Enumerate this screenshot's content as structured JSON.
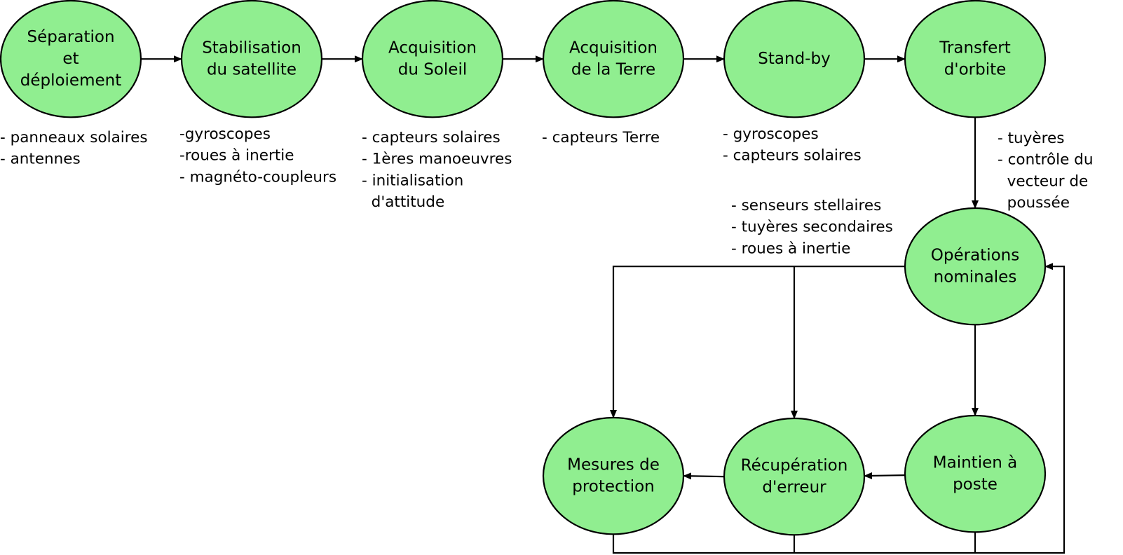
{
  "colors": {
    "node_fill": "#90ee90",
    "stroke": "#000000",
    "text": "#000000"
  },
  "nodes": [
    {
      "id": "separation",
      "lines": [
        "Séparation",
        "et",
        "déploiement"
      ]
    },
    {
      "id": "stabilisation",
      "lines": [
        "Stabilisation",
        "du satellite"
      ]
    },
    {
      "id": "acq-soleil",
      "lines": [
        "Acquisition",
        "du Soleil"
      ]
    },
    {
      "id": "acq-terre",
      "lines": [
        "Acquisition",
        "de la Terre"
      ]
    },
    {
      "id": "standby",
      "lines": [
        "Stand-by"
      ]
    },
    {
      "id": "transfert",
      "lines": [
        "Transfert",
        "d'orbite"
      ]
    },
    {
      "id": "operations",
      "lines": [
        "Opérations",
        "nominales"
      ]
    },
    {
      "id": "maintien",
      "lines": [
        "Maintien à",
        "poste"
      ]
    },
    {
      "id": "recuperation",
      "lines": [
        "Récupération",
        "d'erreur"
      ]
    },
    {
      "id": "mesures",
      "lines": [
        "Mesures de",
        "protection"
      ]
    }
  ],
  "notes": [
    {
      "id": "separation",
      "lines": [
        "- panneaux solaires",
        "- antennes"
      ]
    },
    {
      "id": "stabilisation",
      "lines": [
        "-gyroscopes",
        "-roues à inertie",
        "- magnéto-coupleurs"
      ]
    },
    {
      "id": "acq-soleil",
      "lines": [
        "- capteurs solaires",
        "- 1ères manoeuvres",
        "- initialisation",
        "  d'attitude"
      ]
    },
    {
      "id": "acq-terre",
      "lines": [
        "- capteurs Terre"
      ]
    },
    {
      "id": "standby",
      "lines": [
        "- gyroscopes",
        "- capteurs solaires"
      ]
    },
    {
      "id": "transfert",
      "lines": [
        "- tuyères",
        "- contrôle du",
        "  vecteur de",
        "  poussée"
      ]
    },
    {
      "id": "operations",
      "lines": [
        "- senseurs stellaires",
        "- tuyères secondaires",
        "- roues à inertie"
      ]
    }
  ],
  "edges": [
    {
      "from": "separation",
      "to": "stabilisation"
    },
    {
      "from": "stabilisation",
      "to": "acq-soleil"
    },
    {
      "from": "acq-soleil",
      "to": "acq-terre"
    },
    {
      "from": "acq-terre",
      "to": "standby"
    },
    {
      "from": "standby",
      "to": "transfert"
    },
    {
      "from": "transfert",
      "to": "operations"
    },
    {
      "from": "operations",
      "to": "maintien"
    },
    {
      "from": "operations",
      "to": "mesures"
    },
    {
      "from": "operations",
      "to": "recuperation"
    },
    {
      "from": "maintien",
      "to": "recuperation"
    },
    {
      "from": "recuperation",
      "to": "mesures"
    },
    {
      "from": "mesures",
      "to": "operations"
    },
    {
      "from": "recuperation",
      "to": "operations"
    },
    {
      "from": "maintien",
      "to": "operations"
    }
  ]
}
